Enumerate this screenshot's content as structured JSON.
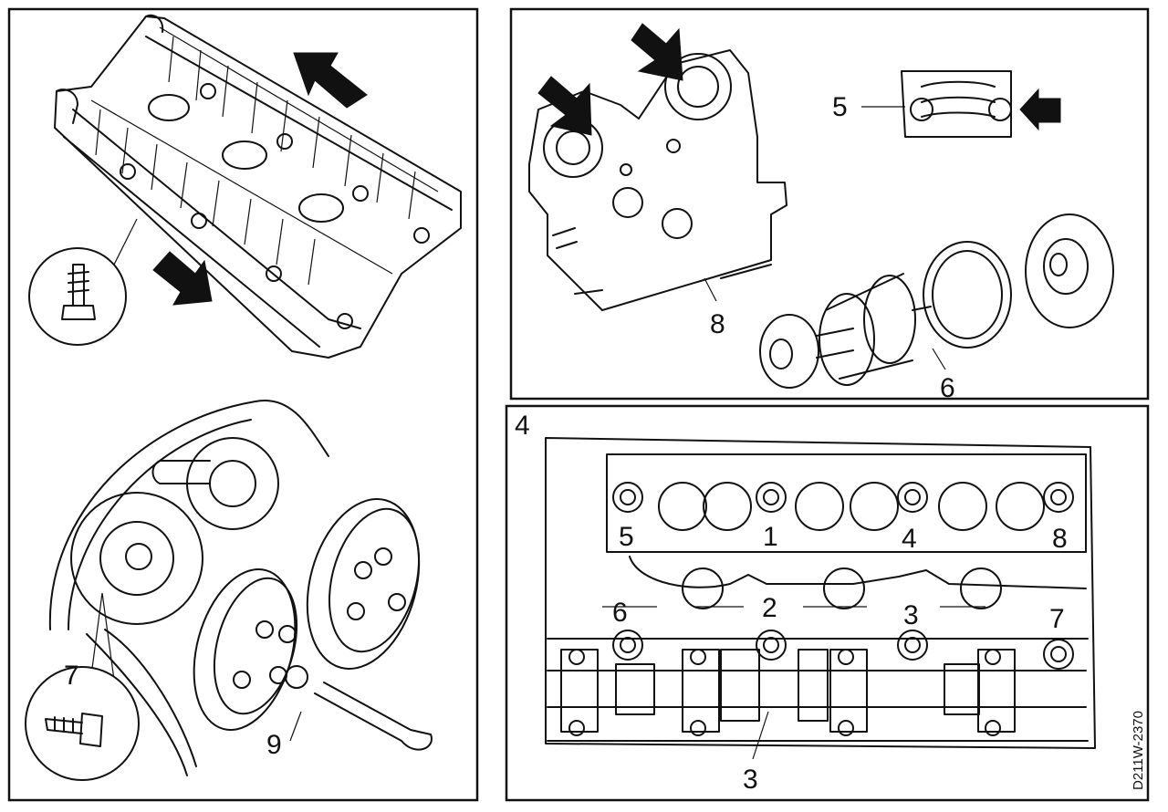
{
  "labels": {
    "panel_b_number": "4",
    "bearing_cap": "5",
    "cylinder_head": "8",
    "seal_installer": "6",
    "bolt_7": "7",
    "bolt_9": "9",
    "seq_1": "1",
    "seq_2": "2",
    "seq_3": "3",
    "seq_4": "4",
    "seq_5": "5",
    "seq_6": "6",
    "seq_7": "7",
    "seq_8": "8",
    "camshaft": "3"
  },
  "figure_code": "D211W-2370"
}
